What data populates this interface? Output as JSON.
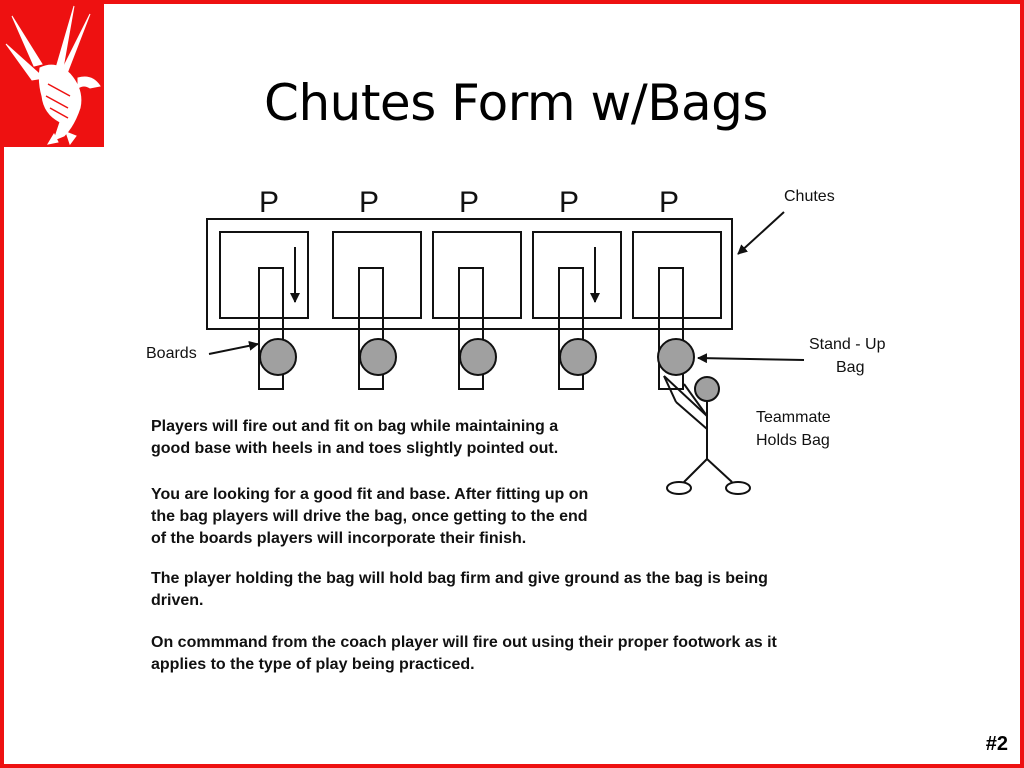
{
  "slide": {
    "title": "Chutes Form w/Bags",
    "number": "#2",
    "logo_icon": "eagle-icon",
    "colors": {
      "border": "#ee1111",
      "bag": "#a0a0a0",
      "text": "#111111"
    }
  },
  "diagram": {
    "player_labels": [
      "P",
      "P",
      "P",
      "P",
      "P"
    ],
    "chutes_label": "Chutes",
    "boards_label": "Boards",
    "standup_bag_label": [
      "Stand - Up",
      "Bag"
    ],
    "teammate_label": [
      "Teammate",
      "Holds Bag"
    ]
  },
  "paragraphs": [
    "Players will fire out and fit on bag while maintaining a\ngood base with heels in and toes slightly pointed out.",
    "You are looking for a good fit and base.  After fitting up on\nthe bag players will drive the bag, once getting to the end\nof the boards players will incorporate their finish.",
    "The player holding the bag will hold bag firm and give ground as the bag is being\ndriven.",
    "On commmand from the coach player will fire out using their proper footwork as it\napplies to the type of play being practiced."
  ]
}
